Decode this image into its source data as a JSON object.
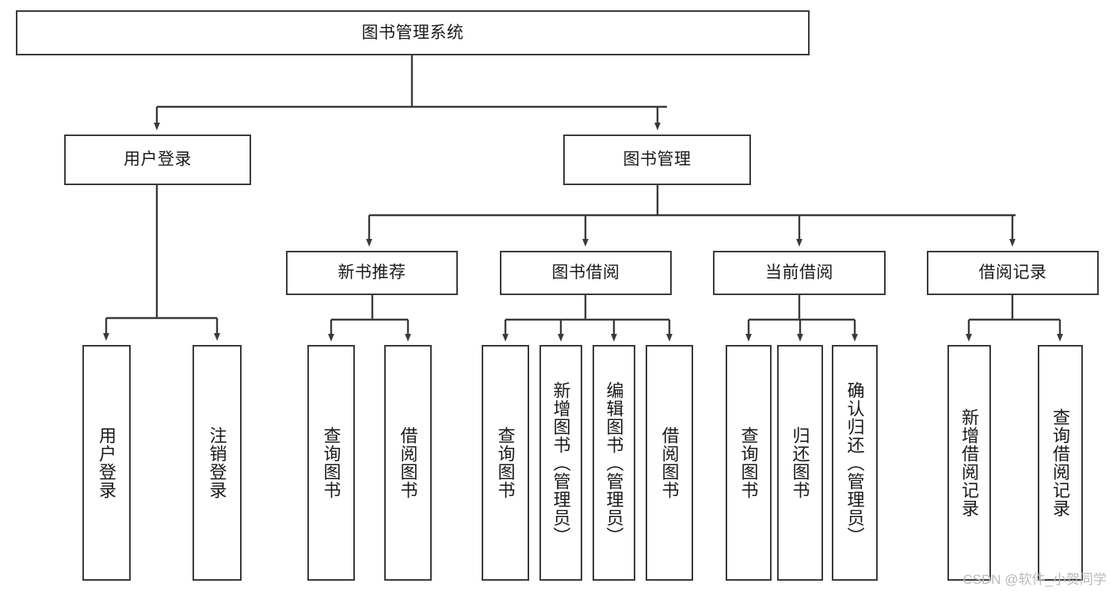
{
  "diagram": {
    "title": "图书管理系统",
    "type": "tree-hierarchy-chart",
    "colors": {
      "box_border": "#3a3a3a",
      "box_fill": "#ffffff",
      "connector": "#3a3a3a",
      "text": "#1a1a1a",
      "watermark": "#b9b9b9"
    },
    "root": {
      "label": "图书管理系统"
    },
    "level2": [
      {
        "label": "用户登录"
      },
      {
        "label": "图书管理"
      }
    ],
    "level3": [
      {
        "label": "新书推荐"
      },
      {
        "label": "图书借阅"
      },
      {
        "label": "当前借阅"
      },
      {
        "label": "借阅记录"
      }
    ],
    "leaves": {
      "user_login": [
        {
          "label": "用户登录"
        },
        {
          "label": "注销登录"
        }
      ],
      "new_book_recommend": [
        {
          "label": "查询图书"
        },
        {
          "label": "借阅图书"
        }
      ],
      "book_borrow": [
        {
          "label": "查询图书"
        },
        {
          "label": "新增图书（管理员）"
        },
        {
          "label": "编辑图书（管理员）"
        },
        {
          "label": "借阅图书"
        }
      ],
      "current_borrow": [
        {
          "label": "查询图书"
        },
        {
          "label": "归还图书"
        },
        {
          "label": "确认归还（管理员）"
        }
      ],
      "borrow_record": [
        {
          "label": "新增借阅记录"
        },
        {
          "label": "查询借阅记录"
        }
      ]
    }
  },
  "watermark": {
    "text": "CSDN @软件_小贺同学"
  }
}
